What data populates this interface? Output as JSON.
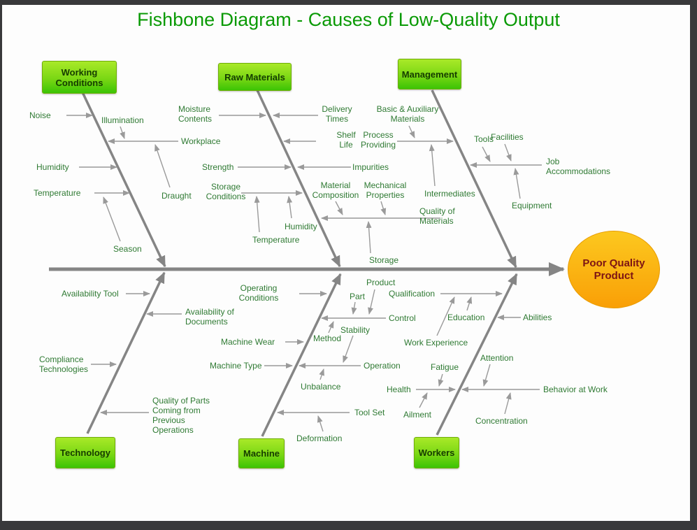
{
  "title": "Fishbone Diagram - Causes of Low-Quality Output",
  "effect": "Poor Quality Product",
  "colors": {
    "title_green": "#0a9a05",
    "cause_label_green": "#2f7a33",
    "category_box_gradient_top": "#a9e928",
    "category_box_gradient_bottom": "#3cc405",
    "bone_gray": "#858585",
    "rib_gray": "#9a9a9a",
    "effect_gradient_top": "#fcc81f",
    "effect_gradient_bottom": "#f99f06",
    "effect_text": "#7d1414"
  },
  "branches": {
    "working_conditions": {
      "category": "Working Conditions",
      "causes": {
        "noise": "Noise",
        "illumination": "Illumination",
        "workplace": "Workplace",
        "draught": "Draught",
        "humidity": "Humidity",
        "temperature": "Temperature",
        "season": "Season"
      }
    },
    "raw_materials": {
      "category": "Raw Materials",
      "causes": {
        "moisture_contents": "Moisture Contents",
        "delivery_times": "Delivery Times",
        "shelf_life": "Shelf Life",
        "strength": "Strength",
        "impurities": "Impurities",
        "storage_conditions": "Storage Conditions",
        "humidity": "Humidity",
        "temperature": "Temperature",
        "material_composition": "Material Composition",
        "mechanical_properties": "Mechanical Properties",
        "quality_of_materials": "Quality of Materials",
        "storage": "Storage"
      }
    },
    "management": {
      "category": "Management",
      "causes": {
        "basic_auxiliary_materials": "Basic & Auxiliary Materials",
        "process_providing": "Process Providing",
        "intermediates": "Intermediates",
        "tools": "Tools",
        "facilities": "Facilities",
        "job_accommodations": "Job Accommodations",
        "equipment": "Equipment"
      }
    },
    "technology": {
      "category": "Technology",
      "causes": {
        "availability_tool": "Availability Tool",
        "availability_of_documents": "Availability of Documents",
        "compliance_technologies": "Compliance Technologies",
        "quality_of_parts": "Quality of Parts Coming from Previous Operations"
      }
    },
    "machine": {
      "category": "Machine",
      "causes": {
        "operating_conditions": "Operating Conditions",
        "product": "Product",
        "part": "Part",
        "control": "Control",
        "method": "Method",
        "machine_wear": "Machine Wear",
        "machine_type": "Machine Type",
        "stability": "Stability",
        "operation": "Operation",
        "unbalance": "Unbalance",
        "tool_set": "Tool Set",
        "deformation": "Deformation"
      }
    },
    "workers": {
      "category": "Workers",
      "causes": {
        "qualification": "Qualification",
        "education": "Education",
        "work_experience": "Work Experience",
        "abilities": "Abilities",
        "fatigue": "Fatigue",
        "attention": "Attention",
        "health": "Health",
        "ailment": "Ailment",
        "behavior_at_work": "Behavior at Work",
        "concentration": "Concentration"
      }
    }
  }
}
